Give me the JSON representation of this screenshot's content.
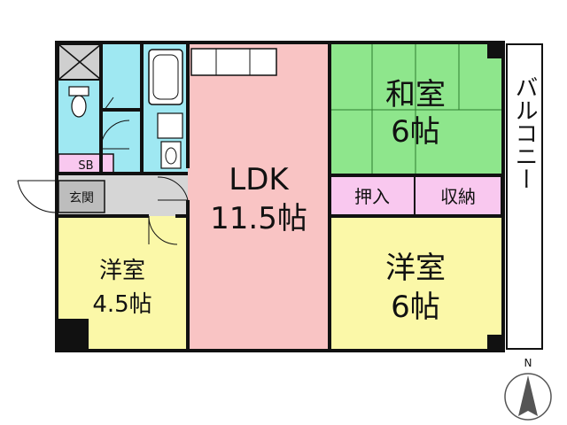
{
  "rooms": {
    "washitsu": {
      "name": "和室",
      "size": "6帖"
    },
    "youshitsu_right": {
      "name": "洋室",
      "size": "6帖"
    },
    "youshitsu_left": {
      "name": "洋室",
      "size": "4.5帖"
    },
    "ldk": {
      "name": "LDK",
      "size": "11.5帖"
    }
  },
  "storage": {
    "oshiire": "押入",
    "shuno": "収納",
    "shoe_box": "SB"
  },
  "entrance": "玄関",
  "balcony": "バルコニー",
  "compass": {
    "label": "N"
  },
  "colors": {
    "washitsu": "#8ee68c",
    "youshitsu": "#fbf8a8",
    "ldk": "#f9c4c4",
    "wet_area": "#9fe8f2",
    "storage": "#f9c8ef",
    "entrance": "#d6d6d6",
    "wall": "#111111"
  }
}
